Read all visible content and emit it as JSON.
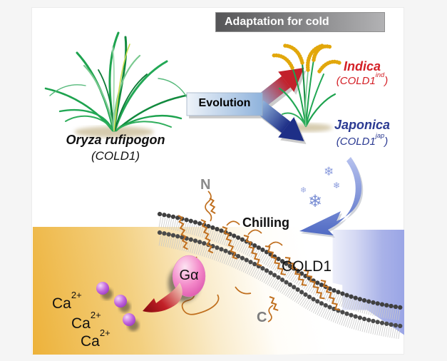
{
  "figure": {
    "header": {
      "title": "Adaptation for cold"
    },
    "wild_rice": {
      "name": "Oryza rufipogon",
      "gene": "(COLD1)"
    },
    "evolution": {
      "label": "Evolution"
    },
    "indica": {
      "name": "Indica",
      "gene_prefix": "(COLD1",
      "gene_sup": "ind",
      "gene_suffix": ")"
    },
    "japonica": {
      "name": "Japonica",
      "gene_prefix": "(COLD1",
      "gene_sup": "jap",
      "gene_suffix": ")"
    },
    "chilling": {
      "label": "Chilling"
    },
    "membrane": {
      "protein": "COLD1",
      "n_terminus": "N",
      "c_terminus": "C",
      "g_alpha": "Gα"
    },
    "calcium": {
      "symbol": "Ca",
      "charge": "2+"
    },
    "icons": {
      "snowflake": "❄"
    },
    "colors": {
      "indica_red": "#d42027",
      "japonica_blue": "#2b3a92",
      "header_gray": "#555557",
      "membrane_orange": "#c06f1e",
      "cytoplasm_yellow": "#edb23a",
      "extracellular_blue": "#9aa5e6",
      "g_alpha_pink": "#f17fc4",
      "calcium_purple": "#a855d8",
      "arrow_red": "#c2202b",
      "arrow_blue": "#1e2f87"
    }
  }
}
